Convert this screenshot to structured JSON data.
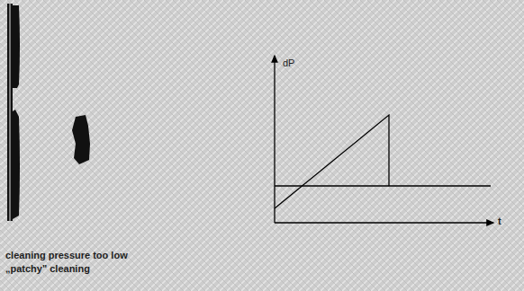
{
  "diagram": {
    "labels": [
      "dP",
      "t",
      "cleaning pressure too low",
      "„patchy\" cleaning"
    ]
  }
}
